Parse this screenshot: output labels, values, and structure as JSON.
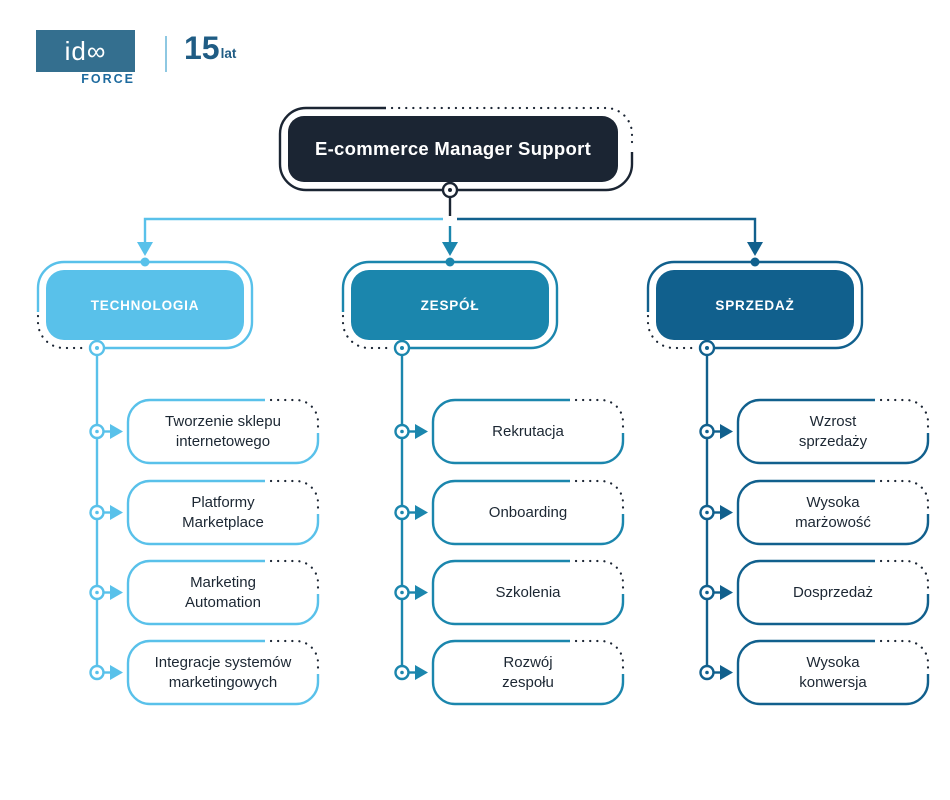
{
  "brand": {
    "logo_text": "id∞",
    "logo_word": "FORCE",
    "anniversary_number": "15",
    "anniversary_unit": "lat"
  },
  "root": {
    "label": "E-commerce Manager Support"
  },
  "columns": [
    {
      "title": "TECHNOLOGIA",
      "color": "#59c1ea",
      "items": [
        {
          "lines": [
            "Tworzenie sklepu",
            "internetowego"
          ]
        },
        {
          "lines": [
            "Platformy",
            "Marketplace"
          ]
        },
        {
          "lines": [
            "Marketing",
            "Automation"
          ]
        },
        {
          "lines": [
            "Integracje systemów",
            "marketingowych"
          ]
        }
      ]
    },
    {
      "title": "ZESPÓŁ",
      "color": "#1b86ad",
      "items": [
        {
          "lines": [
            "Rekrutacja"
          ]
        },
        {
          "lines": [
            "Onboarding"
          ]
        },
        {
          "lines": [
            "Szkolenia"
          ]
        },
        {
          "lines": [
            "Rozwój",
            "zespołu"
          ]
        }
      ]
    },
    {
      "title": "SPRZEDAŻ",
      "color": "#11608d",
      "items": [
        {
          "lines": [
            "Wzrost",
            "sprzedaży"
          ]
        },
        {
          "lines": [
            "Wysoka",
            "marżowość"
          ]
        },
        {
          "lines": [
            "Dosprzedaż"
          ]
        },
        {
          "lines": [
            "Wysoka",
            "konwersja"
          ]
        }
      ]
    }
  ],
  "colors": {
    "navy": "#1b2533",
    "accent_light": "#59c1ea",
    "accent_teal": "#1b86ad",
    "accent_dark": "#11608d",
    "item_text": "#1c2733",
    "logo_box": "#346f8f",
    "logo_word": "#1d6a9e",
    "anniversary": "#1f5c84",
    "divider": "#8ec8e2"
  }
}
